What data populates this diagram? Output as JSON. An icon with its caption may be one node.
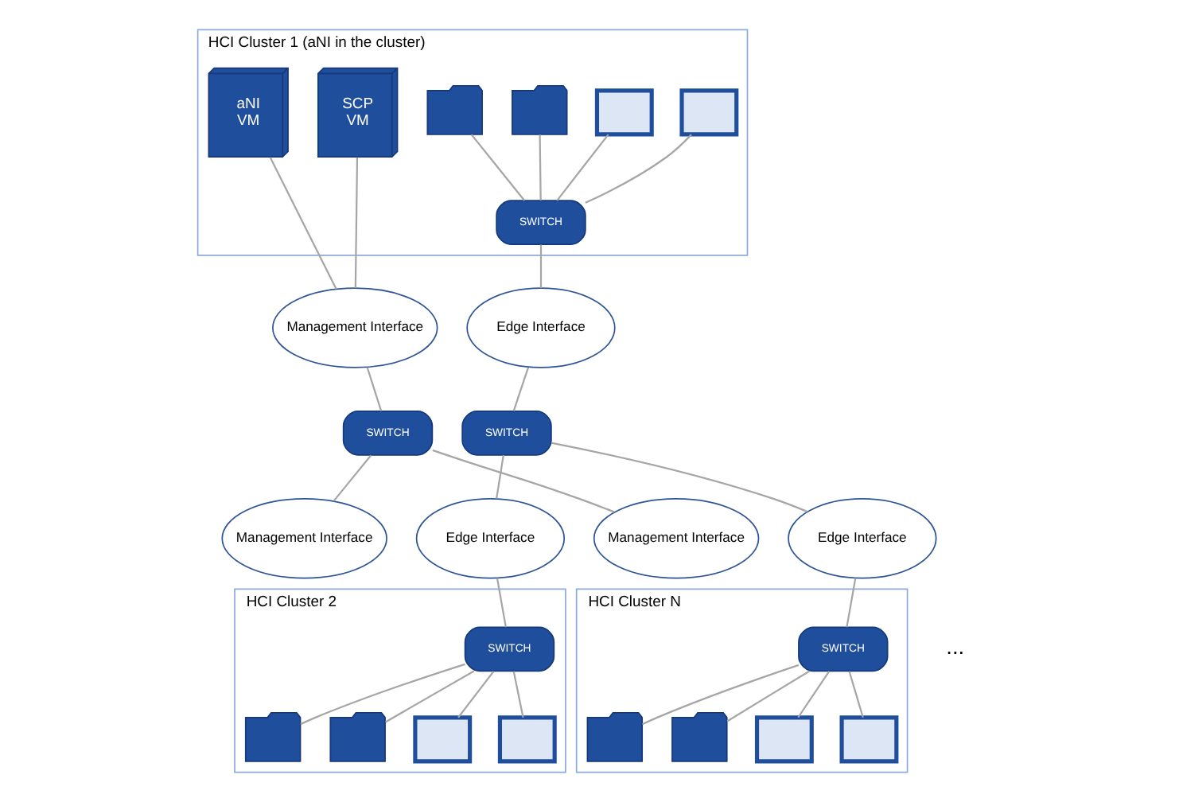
{
  "diagram": {
    "nodes": [
      {
        "text": [
          "HCI Cluster 1 (aNI in the cluster)"
        ]
      },
      {
        "text": [
          "aNI",
          "VM"
        ],
        "in": 0
      },
      {
        "text": [
          "SCP",
          "VM"
        ],
        "in": 0
      },
      {
        "text": [],
        "shape": "folder",
        "in": 0
      },
      {
        "text": [],
        "shape": "folder",
        "in": 0
      },
      {
        "text": [],
        "shape": "monitor",
        "in": 0
      },
      {
        "text": [],
        "shape": "monitor",
        "in": 0
      },
      {
        "text": [
          "SWITCH"
        ],
        "in": 0
      },
      {
        "text": [
          "Management Interface"
        ]
      },
      {
        "text": [
          "Edge Interface"
        ]
      },
      {
        "text": [
          "SWITCH"
        ]
      },
      {
        "text": [
          "SWITCH"
        ]
      },
      {
        "text": [
          "Management Interface"
        ]
      },
      {
        "text": [
          "Edge Interface"
        ]
      },
      {
        "text": [
          "HCI Cluster 2"
        ]
      },
      {
        "text": [
          "SWITCH"
        ],
        "in": 14
      },
      {
        "text": [],
        "shape": "folder",
        "in": 14
      },
      {
        "text": [],
        "shape": "folder",
        "in": 14
      },
      {
        "text": [],
        "shape": "monitor",
        "in": 14
      },
      {
        "text": [],
        "shape": "monitor",
        "in": 14
      },
      {
        "text": [
          "Management Interface"
        ]
      },
      {
        "text": [
          "Edge Interface"
        ]
      },
      {
        "text": [
          "HCI Cluster N"
        ]
      },
      {
        "text": [
          "SWITCH"
        ],
        "in": 22
      },
      {
        "text": [],
        "shape": "folder",
        "in": 22
      },
      {
        "text": [],
        "shape": "folder",
        "in": 22
      },
      {
        "text": [],
        "shape": "monitor",
        "in": 22
      },
      {
        "text": [],
        "shape": "monitor",
        "in": 22
      }
    ],
    "edges": [
      {
        "from": 1,
        "to": 8,
        "arrow": "none"
      },
      {
        "from": 2,
        "to": 8,
        "arrow": "none"
      },
      {
        "from": 3,
        "to": 7,
        "arrow": "none"
      },
      {
        "from": 4,
        "to": 7,
        "arrow": "none"
      },
      {
        "from": 5,
        "to": 7,
        "arrow": "none"
      },
      {
        "from": 6,
        "to": 7,
        "arrow": "none"
      },
      {
        "from": 7,
        "to": 9,
        "arrow": "none"
      },
      {
        "from": 8,
        "to": 10,
        "arrow": "none"
      },
      {
        "from": 9,
        "to": 11,
        "arrow": "none"
      },
      {
        "from": 10,
        "to": 12,
        "arrow": "none"
      },
      {
        "from": 10,
        "to": 20,
        "arrow": "none"
      },
      {
        "from": 11,
        "to": 13,
        "arrow": "none"
      },
      {
        "from": 11,
        "to": 21,
        "arrow": "none"
      },
      {
        "from": 13,
        "to": 15,
        "arrow": "none"
      },
      {
        "from": 15,
        "to": 16,
        "arrow": "none"
      },
      {
        "from": 15,
        "to": 17,
        "arrow": "none"
      },
      {
        "from": 15,
        "to": 18,
        "arrow": "none"
      },
      {
        "from": 15,
        "to": 19,
        "arrow": "none"
      },
      {
        "from": 21,
        "to": 23,
        "arrow": "none"
      },
      {
        "from": 23,
        "to": 24,
        "arrow": "none"
      },
      {
        "from": 23,
        "to": 25,
        "arrow": "none"
      },
      {
        "from": 23,
        "to": 26,
        "arrow": "none"
      },
      {
        "from": 23,
        "to": 27,
        "arrow": "none"
      }
    ],
    "labels": [
      "..."
    ]
  }
}
